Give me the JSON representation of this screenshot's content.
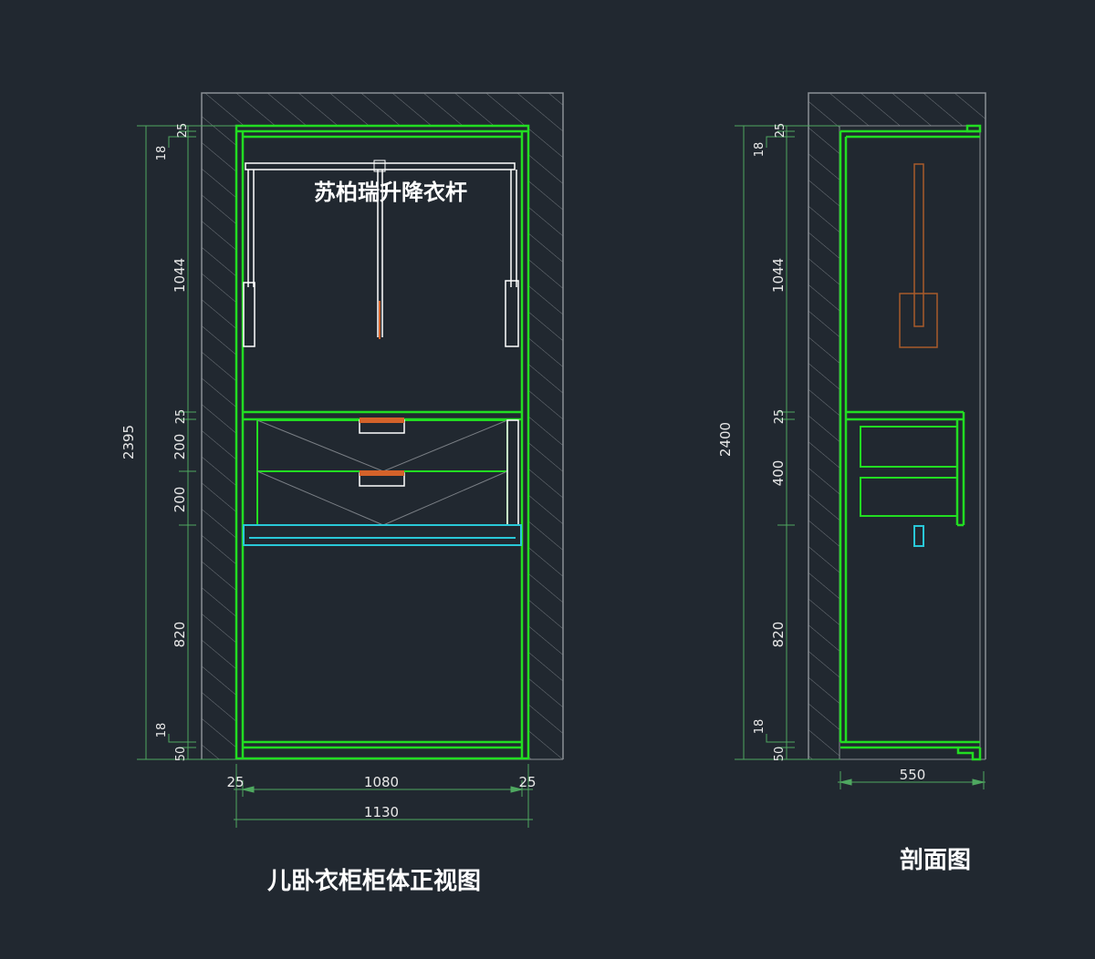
{
  "colors": {
    "background": "#212830",
    "cabinet": "#22dd22",
    "wall": "#8a8f95",
    "dimension": "#4fa860",
    "fittings": "#ffffff",
    "handle": "#d4622a",
    "rail": "#29c8d8",
    "section_rod": "#a85a2a"
  },
  "front_view": {
    "title": "儿卧衣柜柜体正视图",
    "lift_rod_label": "苏柏瑞升降衣杆",
    "left_dims": {
      "overall": "2395",
      "top_25": "25",
      "top_18": "18",
      "upper": "1044",
      "mid_25": "25",
      "drawer1": "200",
      "drawer2": "200",
      "lower": "820",
      "bottom_18": "18",
      "bottom_50": "50"
    },
    "bottom_dims": {
      "left_side": "25",
      "inner": "1080",
      "right_side": "25",
      "overall": "1130"
    }
  },
  "section_view": {
    "title": "剖面图",
    "left_dims": {
      "overall": "2400",
      "top_25": "25",
      "top_18": "18",
      "upper": "1044",
      "mid_25": "25",
      "drawers": "400",
      "lower": "820",
      "bottom_18": "18",
      "bottom_50": "50"
    },
    "bottom_dims": {
      "depth": "550"
    }
  }
}
